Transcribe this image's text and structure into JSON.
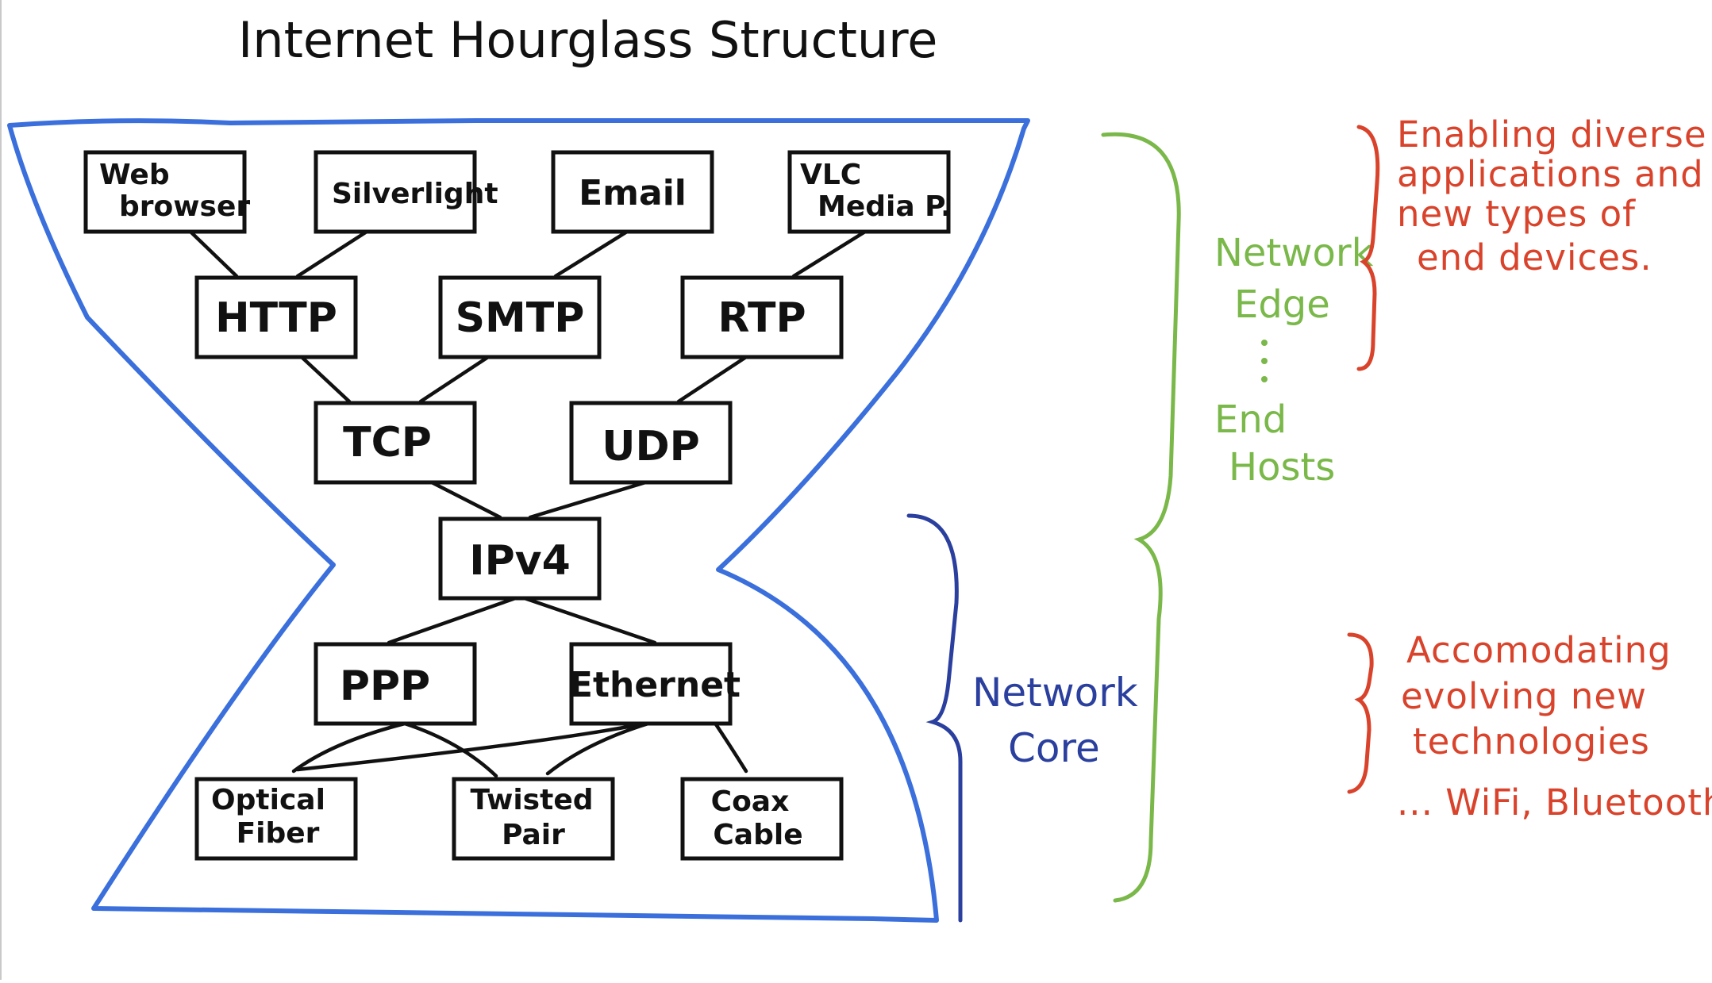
{
  "title": "Internet Hourglass Structure",
  "layers": {
    "applications": [
      "Web browser",
      "Silverlight",
      "Email",
      "VLC Media P."
    ],
    "app_protocols": [
      "HTTP",
      "SMTP",
      "RTP"
    ],
    "transport": [
      "TCP",
      "UDP"
    ],
    "network": [
      "IPv4"
    ],
    "link": [
      "PPP",
      "Ethernet"
    ],
    "physical": [
      "Optical Fiber",
      "Twisted Pair",
      "Coax Cable"
    ]
  },
  "annotations": {
    "edge_line1": "Network",
    "edge_line2": "Edge",
    "edge_line3": "End",
    "edge_line4": "Hosts",
    "core_line1": "Network",
    "core_line2": "Core",
    "top_note": [
      "Enabling diverse",
      "applications and",
      "new types of",
      "end devices."
    ],
    "bottom_note": [
      "Accomodating",
      "evolving new",
      "technologies",
      "... WiFi, Bluetooth"
    ]
  },
  "colors": {
    "hourglass": "#3a6fdc",
    "edge_bracket": "#7ab84a",
    "core_bracket": "#2a3f9e",
    "notes": "#d9432b",
    "ink": "#111111"
  }
}
